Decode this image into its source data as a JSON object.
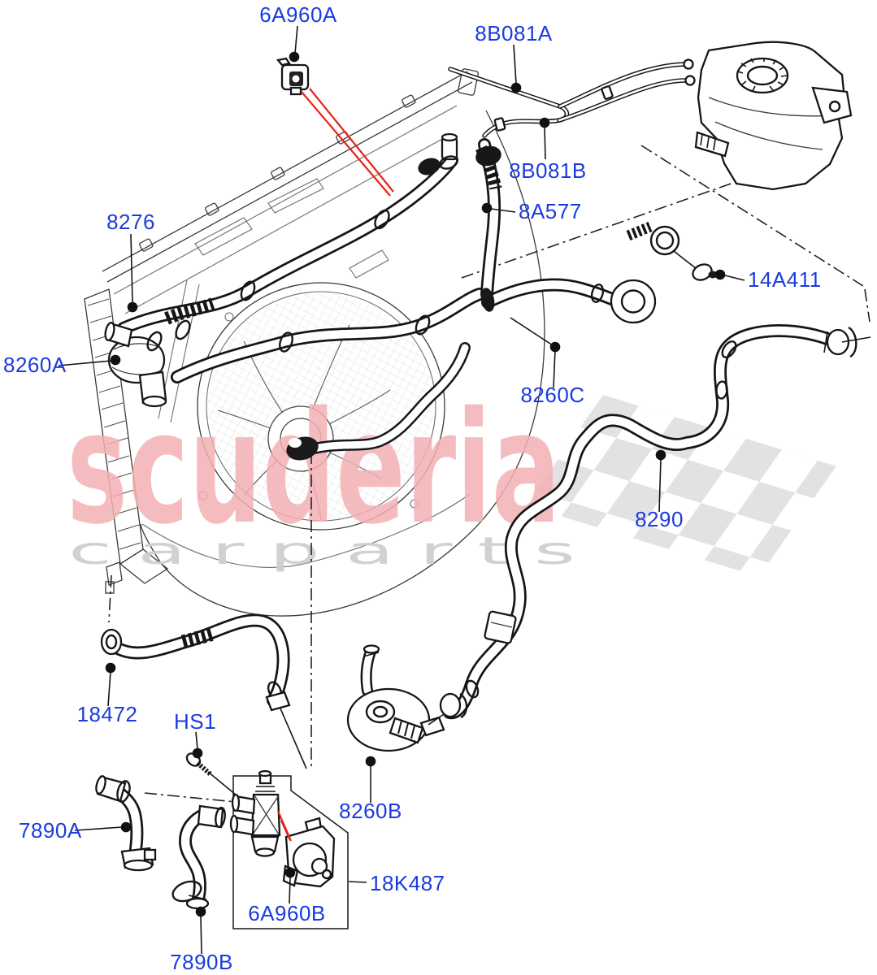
{
  "diagram": {
    "type": "parts-exploded-diagram",
    "subject": "radiator and cooling hoses",
    "background": "#ffffff"
  },
  "colors": {
    "callout_text": "#1b3be0",
    "leader_line": "#161616",
    "red_pointer": "#e8221a",
    "watermark_pink": "#f3b0b4",
    "watermark_gray": "#cfcfcf",
    "checker_gray": "#e2e2e2",
    "artwork_line": "#161616"
  },
  "watermark": {
    "brand": "scuderia",
    "tagline": "c a r   p a r t s"
  },
  "callouts": [
    {
      "id": "6A960A",
      "text": "6A960A"
    },
    {
      "id": "8B081A",
      "text": "8B081A"
    },
    {
      "id": "8B081B",
      "text": "8B081B"
    },
    {
      "id": "8A577",
      "text": "8A577"
    },
    {
      "id": "8276",
      "text": "8276"
    },
    {
      "id": "14A411",
      "text": "14A411"
    },
    {
      "id": "8260A",
      "text": "8260A"
    },
    {
      "id": "8260C",
      "text": "8260C"
    },
    {
      "id": "8290",
      "text": "8290"
    },
    {
      "id": "18472",
      "text": "18472"
    },
    {
      "id": "HS1",
      "text": "HS1"
    },
    {
      "id": "7890A",
      "text": "7890A"
    },
    {
      "id": "8260B",
      "text": "8260B"
    },
    {
      "id": "18K487",
      "text": "18K487"
    },
    {
      "id": "6A960B",
      "text": "6A960B"
    },
    {
      "id": "7890B",
      "text": "7890B"
    }
  ]
}
